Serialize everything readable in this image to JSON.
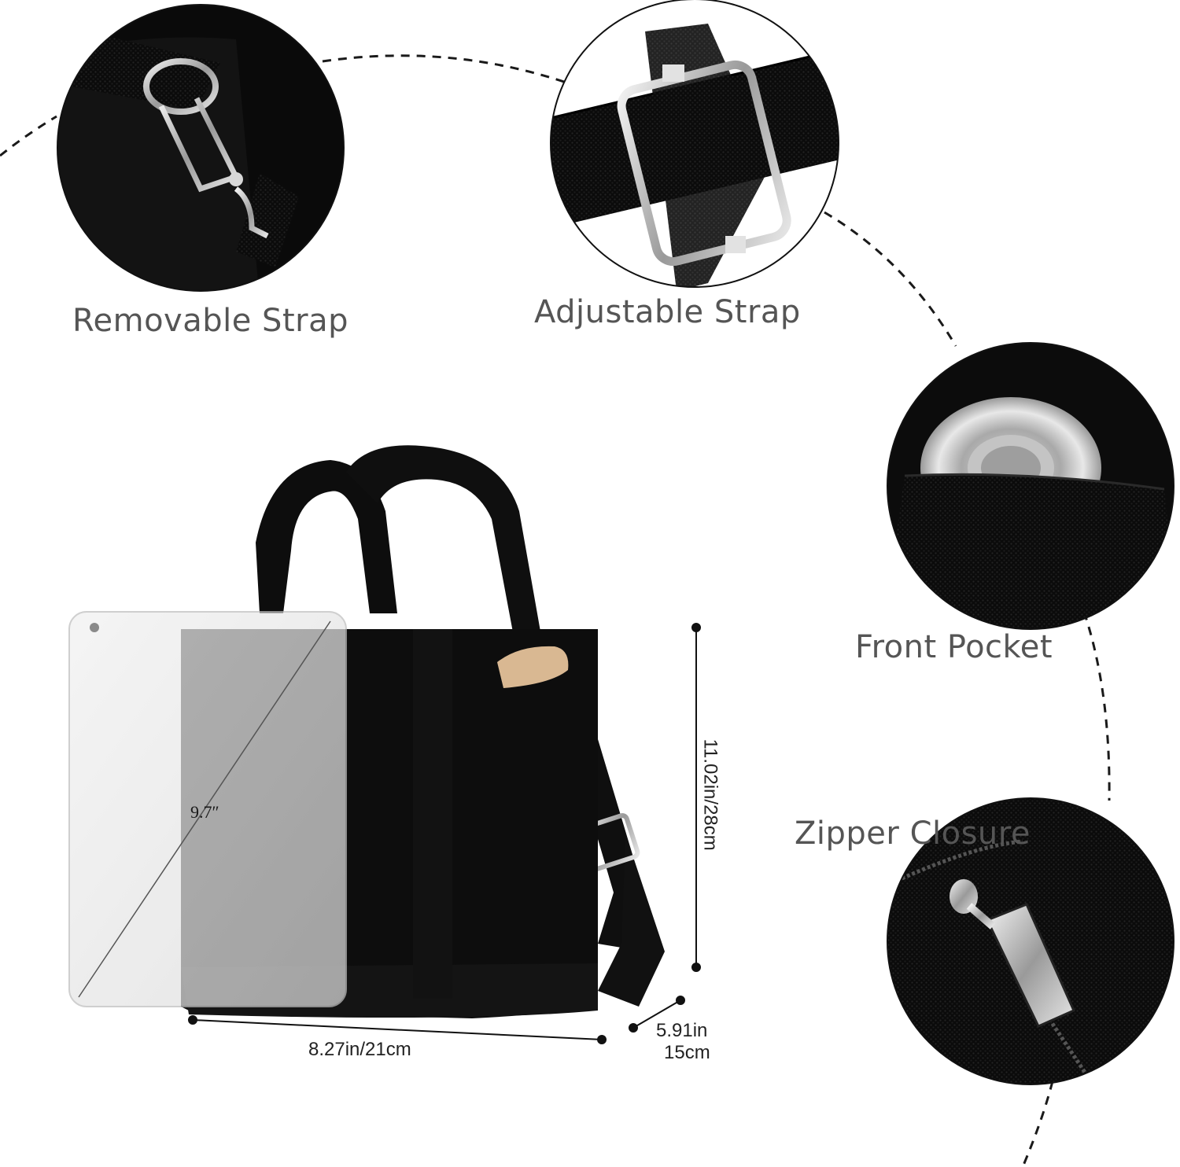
{
  "features": [
    {
      "key": "removable",
      "label": "Removable Strap",
      "icon": "snap-hook-strap-icon"
    },
    {
      "key": "adjustable",
      "label": "Adjustable Strap",
      "icon": "strap-buckle-icon"
    },
    {
      "key": "pocket",
      "label": "Front Pocket",
      "icon": "front-pocket-icon"
    },
    {
      "key": "zipper",
      "label": "Zipper Closure",
      "icon": "zipper-pull-icon"
    }
  ],
  "dimensions": {
    "width": "8.27in/21cm",
    "depth_in": "5.91in",
    "depth_cm": "15cm",
    "height": "11.02in/28cm",
    "tablet": "9.7″"
  },
  "colors": {
    "bag": "#0d0d0d",
    "label_text": "#555555",
    "dashes": "#1a1a1a",
    "buckle": "#c8c8c8",
    "leather_tab": "#d9b892"
  }
}
